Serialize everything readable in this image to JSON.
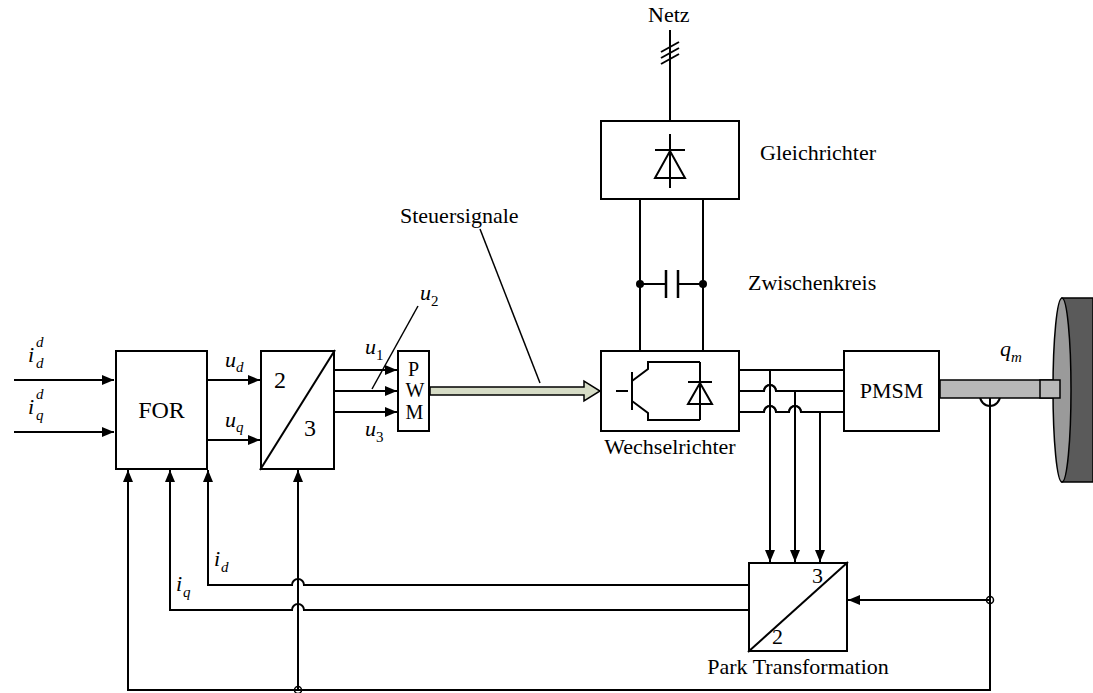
{
  "diagram": {
    "nodes": [
      {
        "text": [
          "FOR"
        ]
      },
      {
        "text": [
          "2",
          "3"
        ]
      },
      {
        "text": [
          "P W M"
        ]
      },
      {
        "text": [
          "Gleichrichter"
        ]
      },
      {
        "text": [
          "Wechselrichter"
        ]
      },
      {
        "text": [
          "PMSM"
        ]
      },
      {
        "text": [
          "3",
          "2",
          "Park Transformation"
        ]
      }
    ],
    "edges": [
      {
        "from": 0,
        "to": 1,
        "arrow": "to"
      },
      {
        "from": 0,
        "to": 1,
        "arrow": "to"
      },
      {
        "from": 1,
        "to": 2,
        "arrow": "to"
      },
      {
        "from": 1,
        "to": 2,
        "arrow": "to"
      },
      {
        "from": 1,
        "to": 2,
        "arrow": "to"
      },
      {
        "from": 2,
        "to": 4,
        "arrow": "to"
      },
      {
        "from": 3,
        "to": 4,
        "arrow": "none"
      },
      {
        "from": 3,
        "to": 4,
        "arrow": "none"
      },
      {
        "from": 4,
        "to": 5,
        "arrow": "none"
      },
      {
        "from": 4,
        "to": 5,
        "arrow": "none"
      },
      {
        "from": 4,
        "to": 5,
        "arrow": "none"
      },
      {
        "from": 4,
        "to": 6,
        "arrow": "to"
      },
      {
        "from": 4,
        "to": 6,
        "arrow": "to"
      },
      {
        "from": 4,
        "to": 6,
        "arrow": "to"
      },
      {
        "from": 6,
        "to": 0,
        "arrow": "to"
      },
      {
        "from": 6,
        "to": 0,
        "arrow": "to"
      },
      {
        "from": 5,
        "to": 6,
        "arrow": "to"
      },
      {
        "from": 5,
        "to": 0,
        "arrow": "to"
      },
      {
        "from": 5,
        "to": 1,
        "arrow": "to"
      }
    ],
    "labels": [
      "Netz",
      "Steuersignale",
      "Zwischenkreis",
      "u",
      "2",
      "u",
      "1",
      "u",
      "3",
      "u",
      "d",
      "u",
      "q",
      "i",
      "d",
      "d",
      "i",
      "q",
      "d",
      "i",
      "d",
      "i",
      "q",
      "q",
      "m"
    ]
  }
}
